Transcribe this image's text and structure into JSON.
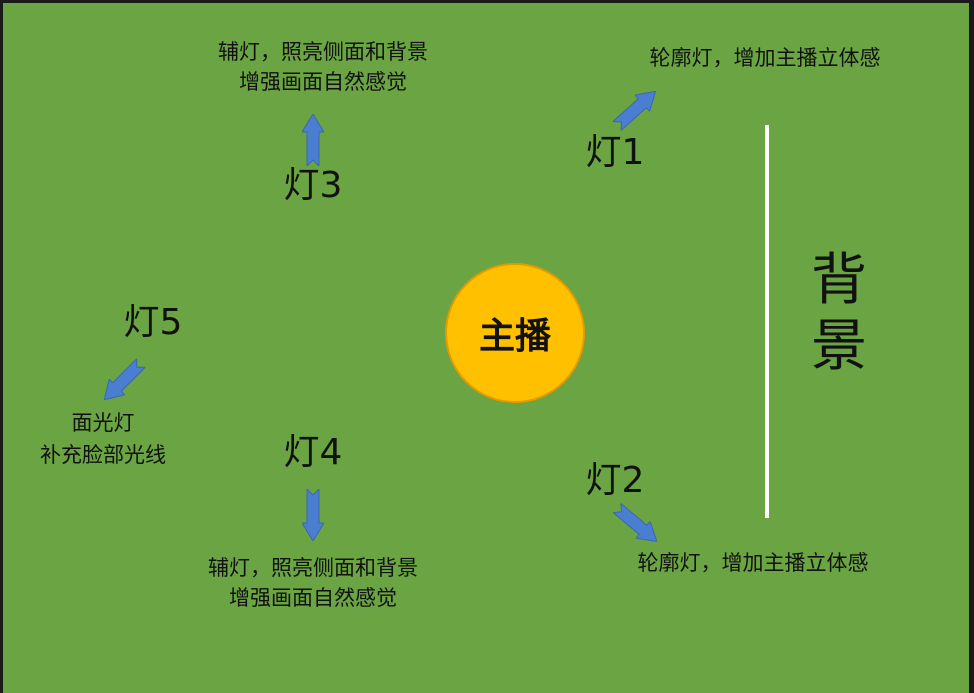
{
  "colors": {
    "background": "#6aa443",
    "border": "#1a1a1a",
    "host_circle": "#ffc000",
    "arrow": "#4a7ed0",
    "background_line": "#ffffff"
  },
  "host": "主播",
  "background_label": "背景",
  "lights": [
    {
      "label": "灯1",
      "desc": [
        "轮廓灯，增加主播立体感"
      ]
    },
    {
      "label": "灯2",
      "desc": [
        "轮廓灯，增加主播立体感"
      ]
    },
    {
      "label": "灯3",
      "desc": [
        "辅灯，照亮侧面和背景",
        "增强画面自然感觉"
      ]
    },
    {
      "label": "灯4",
      "desc": [
        "辅灯，照亮侧面和背景",
        "增强画面自然感觉"
      ]
    },
    {
      "label": "灯5",
      "desc": [
        "面光灯",
        "补充脸部光线"
      ]
    }
  ]
}
